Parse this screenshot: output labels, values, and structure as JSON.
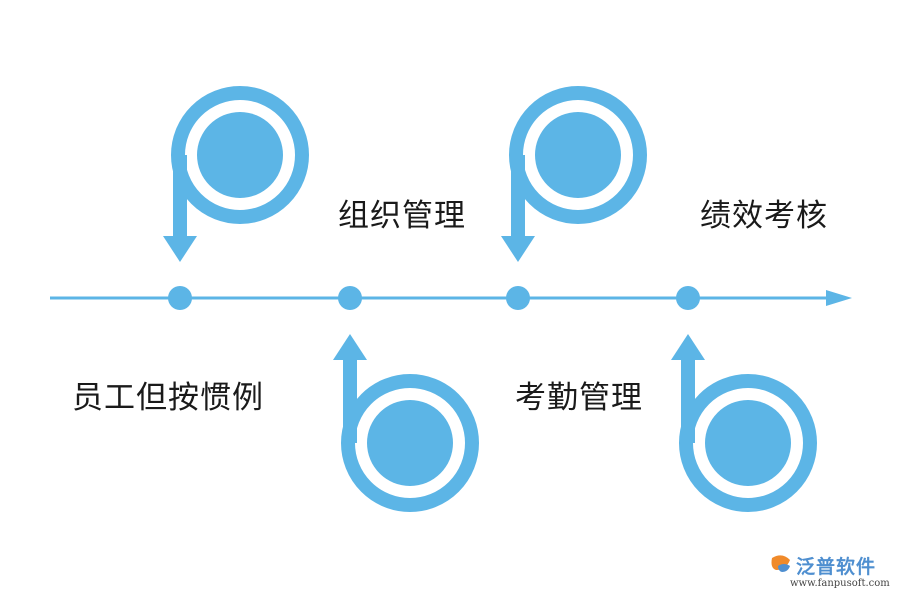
{
  "colors": {
    "accent": "#5cb5e6",
    "text": "#1a1a1a",
    "brand": "#4f8fd0"
  },
  "timeline": {
    "milestones": [
      {
        "label": "员工但按惯例",
        "shape": "b"
      },
      {
        "label": "组织管理",
        "shape": "p"
      },
      {
        "label": "考勤管理",
        "shape": "b"
      },
      {
        "label": "绩效考核",
        "shape": "p"
      }
    ]
  },
  "watermark": {
    "brand_name": "泛普软件",
    "url": "www.fanpusoft.com",
    "icon": "fanpu-logo-icon"
  }
}
